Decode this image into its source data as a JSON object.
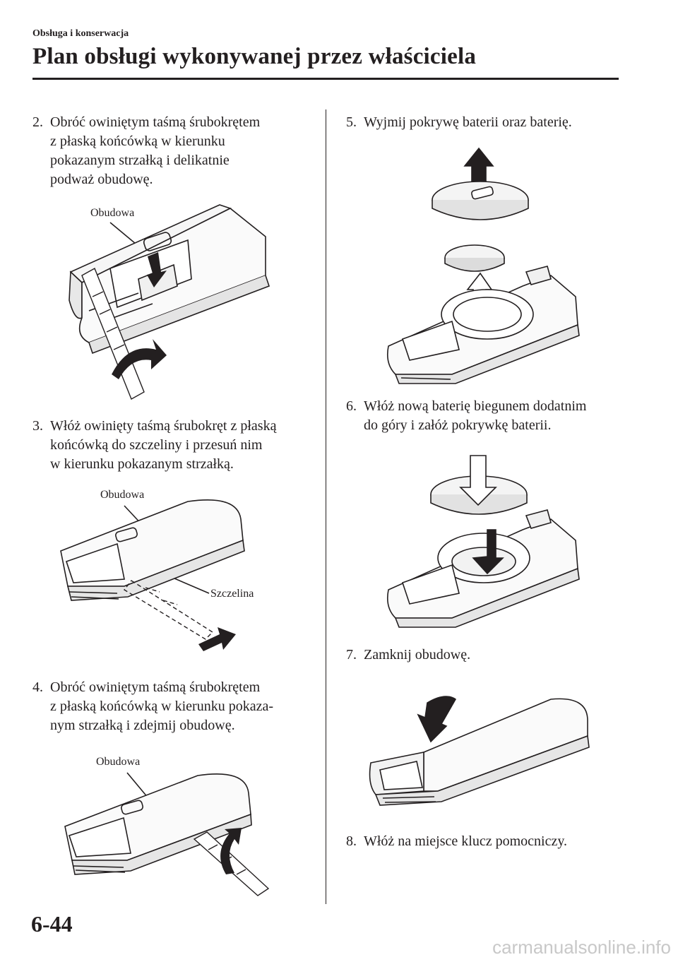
{
  "header": {
    "section": "Obsługa i konserwacja",
    "title": "Plan obsługi wykonywanej przez właściciela"
  },
  "steps": [
    {
      "num": "2.",
      "lines": [
        "Obróć owiniętym taśmą śrubokrętem",
        "z płaską końcówką w kierunku",
        "pokazanym strzałką i delikatnie",
        "podważ obudowę."
      ]
    },
    {
      "num": "3.",
      "lines": [
        "Włóż owinięty taśmą śrubokręt z płaską",
        "końcówką do szczeliny i przesuń nim",
        "w kierunku pokazanym strzałką."
      ]
    },
    {
      "num": "4.",
      "lines": [
        "Obróć owiniętym taśmą śrubokrętem",
        "z płaską końcówką w kierunku pokaza-",
        "nym strzałką i zdejmij obudowę."
      ]
    },
    {
      "num": "5.",
      "lines": [
        "Wyjmij pokrywę baterii oraz baterię."
      ]
    },
    {
      "num": "6.",
      "lines": [
        "Włóż nową baterię biegunem dodatnim",
        "do góry i załóż pokrywkę baterii."
      ]
    },
    {
      "num": "7.",
      "lines": [
        "Zamknij obudowę."
      ]
    },
    {
      "num": "8.",
      "lines": [
        "Włóż na miejsce klucz pomocniczy."
      ]
    }
  ],
  "figures": {
    "fig2_label": "Obudowa",
    "fig3_label_top": "Obudowa",
    "fig3_label_slot": "Szczelina",
    "fig4_label": "Obudowa"
  },
  "footer": {
    "page_number": "6-44",
    "watermark": "carmanualsonline.info"
  }
}
